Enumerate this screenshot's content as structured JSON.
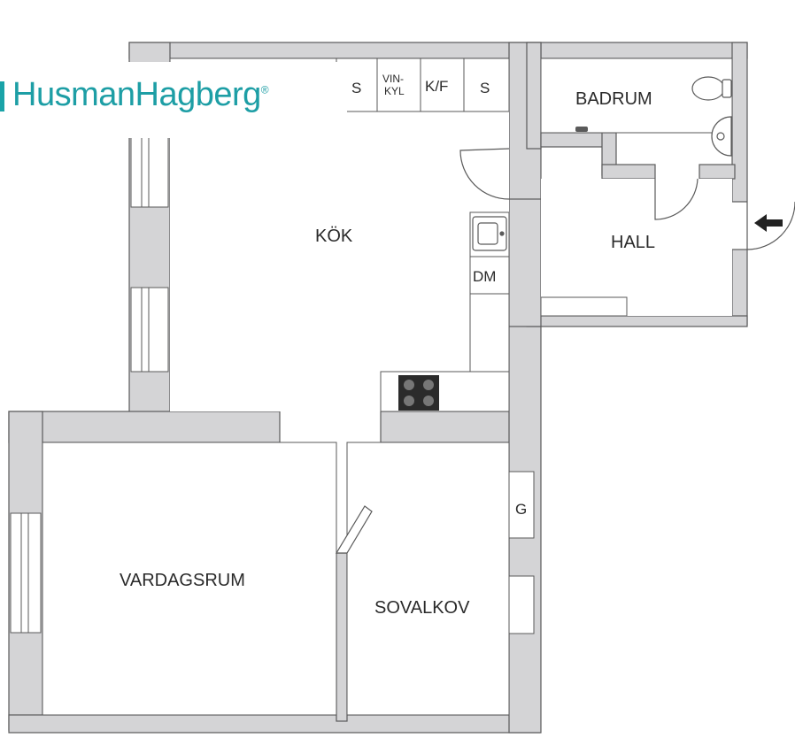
{
  "brand": {
    "name": "HusmanHagberg",
    "reg": "®",
    "color": "#1d9ea5"
  },
  "rooms": {
    "badrum": "BADRUM",
    "hall": "HALL",
    "kok": "KÖK",
    "vardagsrum": "VARDAGSRUM",
    "sovalkov": "SOVALKOV"
  },
  "fixtures": {
    "s_partial": "S",
    "vinkyl_1": "VIN-",
    "vinkyl_2": "KYL",
    "kf": "K/F",
    "s": "S",
    "dm": "DM",
    "g": "G"
  },
  "colors": {
    "wall": "#d4d4d6",
    "line": "#4a4a4a",
    "stove": "#2b2b2b"
  }
}
